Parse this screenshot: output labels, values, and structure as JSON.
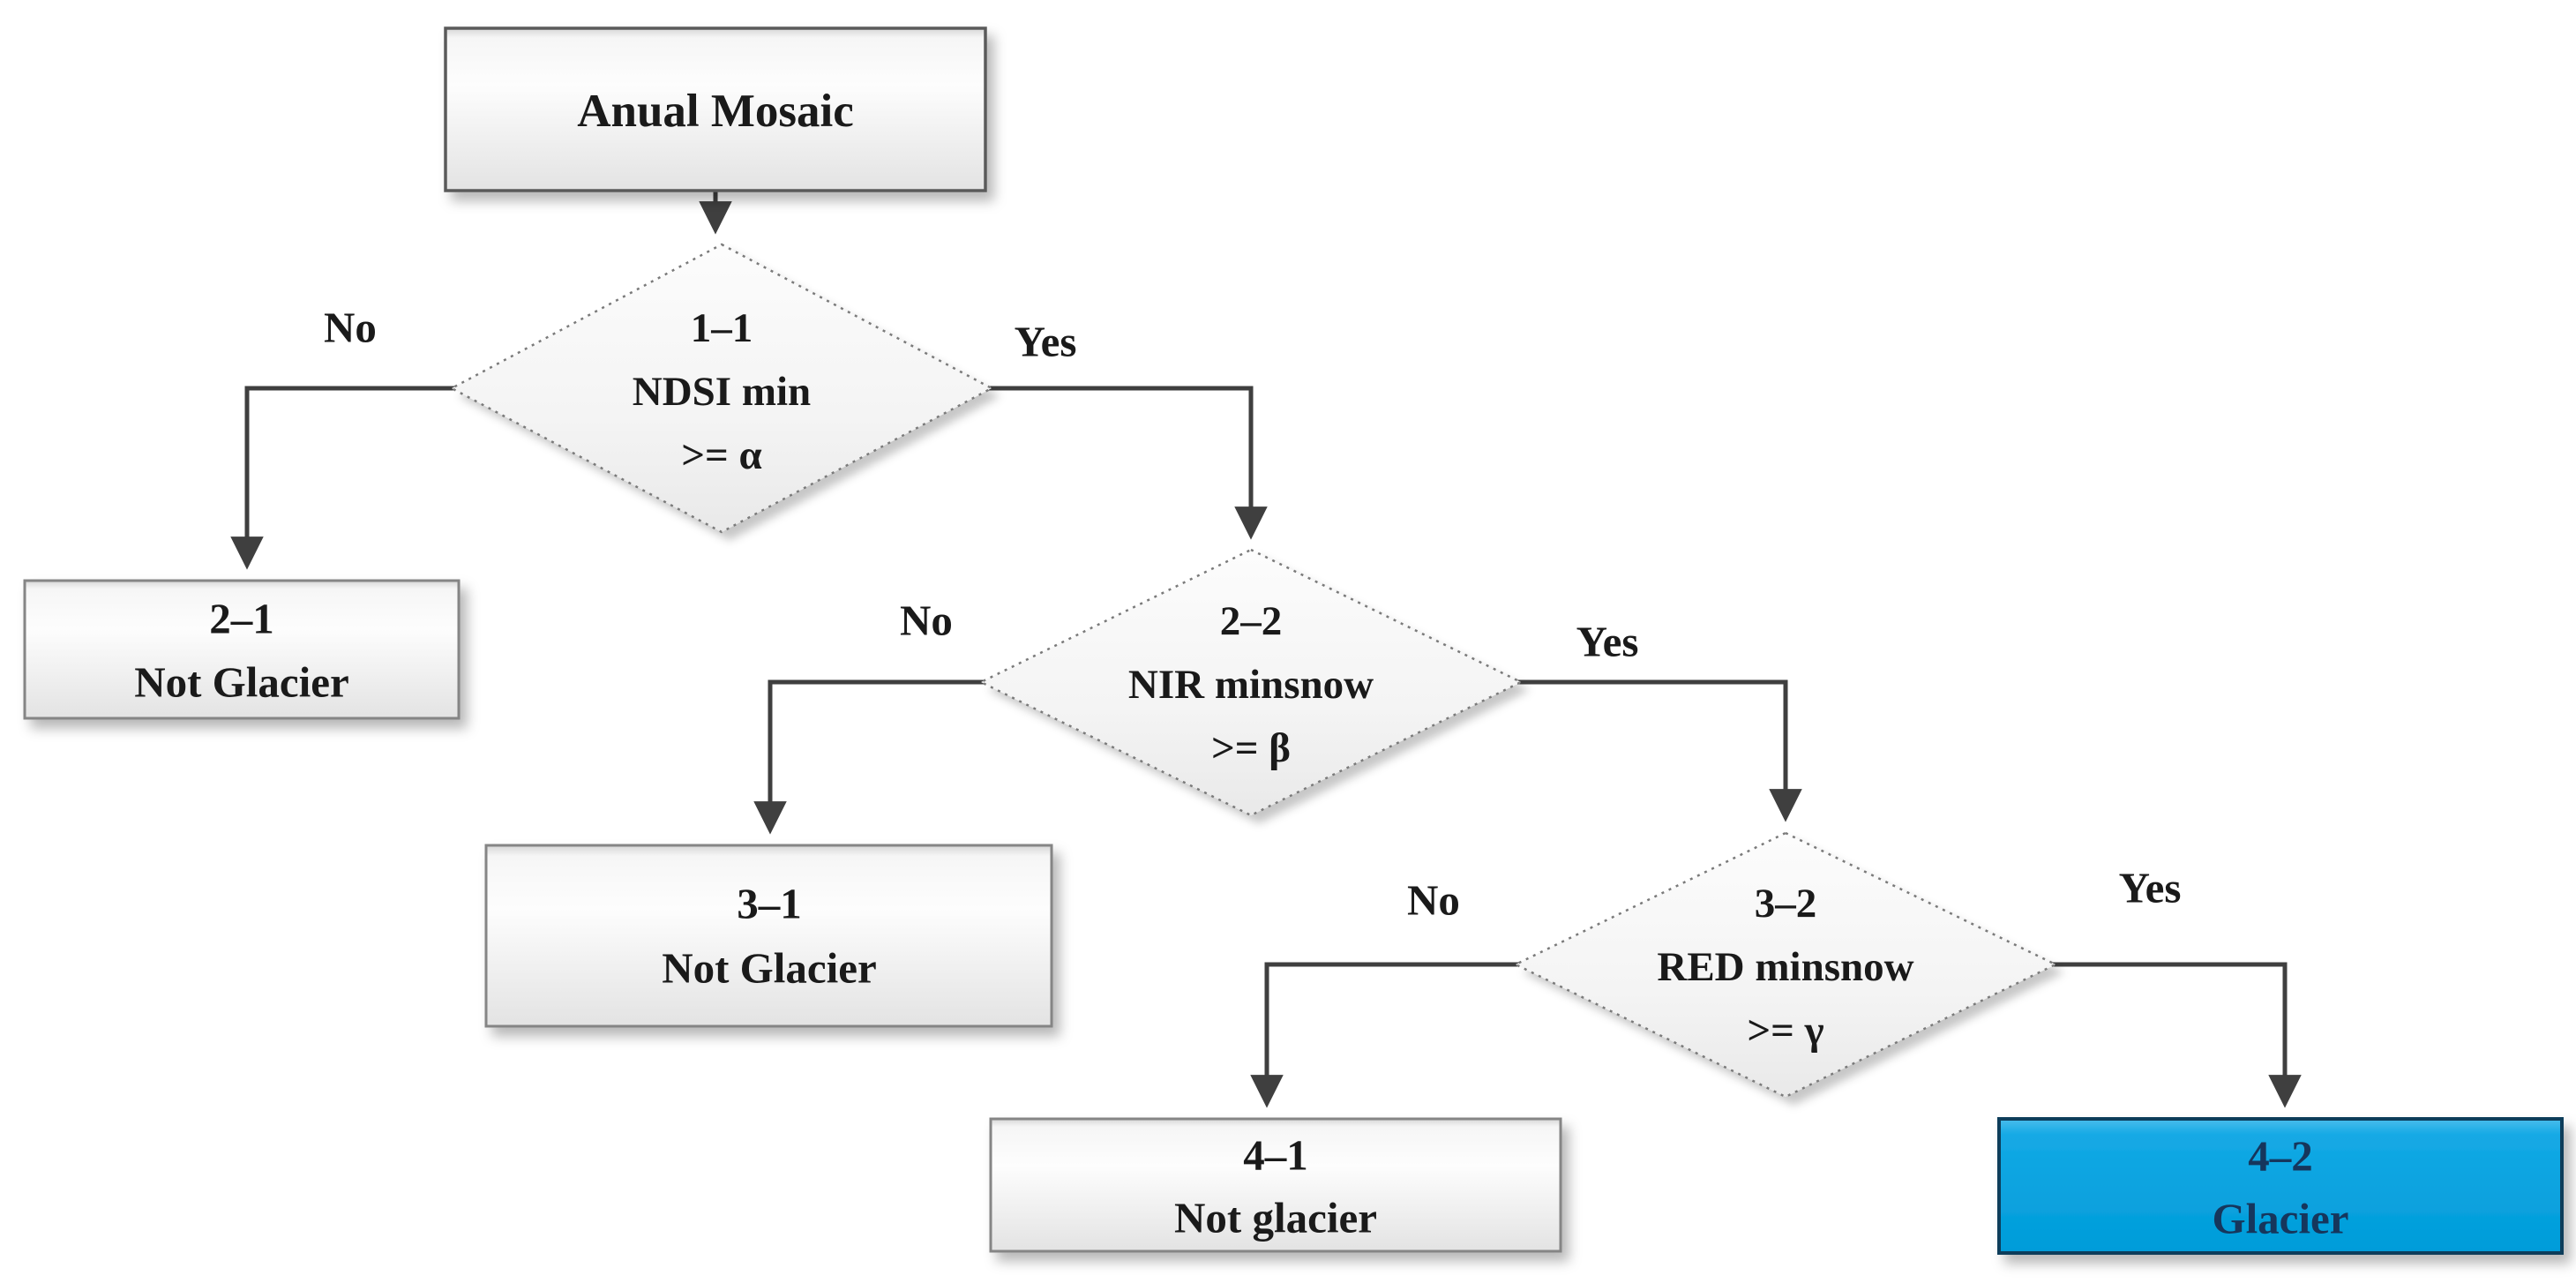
{
  "nodes": {
    "start": {
      "lines": [
        "Anual Mosaic"
      ]
    },
    "d1": {
      "lines": [
        "1–1",
        "NDSI min",
        ">= α"
      ]
    },
    "b21": {
      "lines": [
        "2–1",
        "Not Glacier"
      ]
    },
    "d2": {
      "lines": [
        "2–2",
        "NIR minsnow",
        ">= β"
      ]
    },
    "b31": {
      "lines": [
        "3–1",
        "Not Glacier"
      ]
    },
    "d3": {
      "lines": [
        "3–2",
        "RED minsnow",
        ">= γ"
      ]
    },
    "b41": {
      "lines": [
        "4–1",
        "Not glacier"
      ]
    },
    "b42": {
      "lines": [
        "4–2",
        "Glacier"
      ]
    }
  },
  "edges": {
    "d1_no": "No",
    "d1_yes": "Yes",
    "d2_no": "No",
    "d2_yes": "Yes",
    "d3_no": "No",
    "d3_yes": "Yes"
  },
  "colors": {
    "background": "#FFFFFF",
    "node_fill": "#F2F2F2",
    "glacier_fill": "#00A3E1",
    "glacier_border": "#0D3C5A",
    "glacier_text": "#16365C",
    "connector": "#3F3F3F",
    "text": "#1A1A1A"
  }
}
